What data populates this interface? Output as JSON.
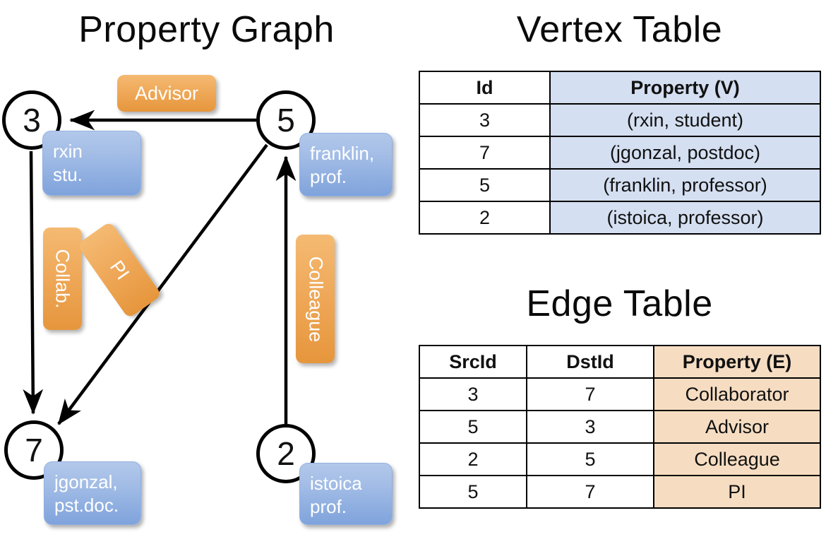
{
  "titles": {
    "property_graph": "Property Graph",
    "vertex_table": "Vertex Table",
    "edge_table": "Edge Table"
  },
  "colors": {
    "vertex_property_fill": "#d4dff1",
    "edge_property_fill": "#f6ddc2",
    "node_property_box": "#8fb0e2",
    "edge_label_box": "#efa95a",
    "table_border": "#000000",
    "background": "#ffffff"
  },
  "graph": {
    "nodes": [
      {
        "id": "3",
        "name": "node-3",
        "property_lines": [
          "rxin",
          "stu."
        ]
      },
      {
        "id": "5",
        "name": "node-5",
        "property_lines": [
          "franklin,",
          "prof."
        ]
      },
      {
        "id": "7",
        "name": "node-7",
        "property_lines": [
          "jgonzal,",
          "pst.doc."
        ]
      },
      {
        "id": "2",
        "name": "node-2",
        "property_lines": [
          "istoica",
          "prof."
        ]
      }
    ],
    "edge_labels": [
      {
        "name": "label-advisor",
        "text": "Advisor",
        "orientation": "horizontal"
      },
      {
        "name": "label-collab",
        "text": "Collab.",
        "orientation": "vertical"
      },
      {
        "name": "label-pi",
        "text": "PI",
        "orientation": "diagonal"
      },
      {
        "name": "label-colleague",
        "text": "Colleague",
        "orientation": "vertical"
      }
    ],
    "edges": [
      {
        "src": "5",
        "dst": "3",
        "label": "Advisor"
      },
      {
        "src": "3",
        "dst": "7",
        "label": "Collab."
      },
      {
        "src": "5",
        "dst": "7",
        "label": "PI"
      },
      {
        "src": "2",
        "dst": "5",
        "label": "Colleague"
      }
    ]
  },
  "vertex_table": {
    "headers": [
      "Id",
      "Property (V)"
    ],
    "rows": [
      {
        "id": "3",
        "property": "(rxin, student)"
      },
      {
        "id": "7",
        "property": "(jgonzal, postdoc)"
      },
      {
        "id": "5",
        "property": "(franklin, professor)"
      },
      {
        "id": "2",
        "property": "(istoica, professor)"
      }
    ]
  },
  "edge_table": {
    "headers": [
      "SrcId",
      "DstId",
      "Property (E)"
    ],
    "rows": [
      {
        "src": "3",
        "dst": "7",
        "property": "Collaborator"
      },
      {
        "src": "5",
        "dst": "3",
        "property": "Advisor"
      },
      {
        "src": "2",
        "dst": "5",
        "property": "Colleague"
      },
      {
        "src": "5",
        "dst": "7",
        "property": "PI"
      }
    ]
  }
}
